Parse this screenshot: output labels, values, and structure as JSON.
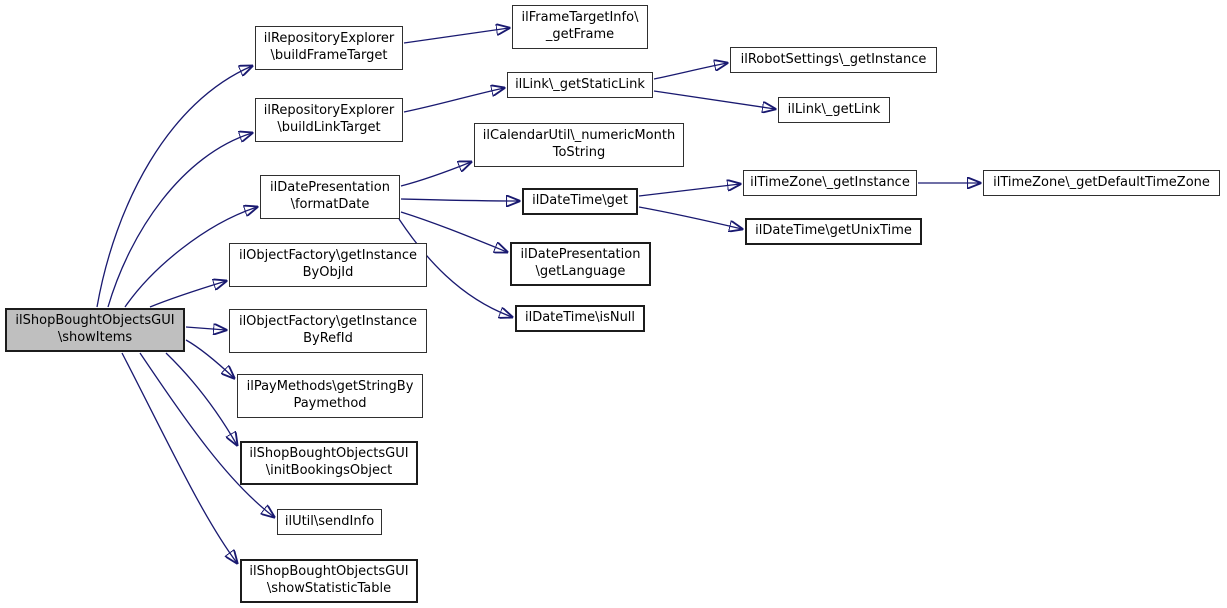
{
  "diagram": {
    "type": "call-graph",
    "direction": "left-to-right",
    "colors": {
      "edge": "#191970",
      "node_border": "#000000",
      "node_fill": "#ffffff",
      "root_fill": "#bfbfbf",
      "background": "#ffffff",
      "text": "#000000"
    },
    "nodes": {
      "showItems": {
        "label": "ilShopBoughtObjectsGUI\n\\showItems",
        "root": true
      },
      "buildFrameTarget": {
        "label": "ilRepositoryExplorer\n\\buildFrameTarget"
      },
      "buildLinkTarget": {
        "label": "ilRepositoryExplorer\n\\buildLinkTarget"
      },
      "formatDate": {
        "label": "ilDatePresentation\n\\formatDate"
      },
      "getInstanceByObjId": {
        "label": "ilObjectFactory\\getInstance\nByObjId"
      },
      "getInstanceByRefId": {
        "label": "ilObjectFactory\\getInstance\nByRefId"
      },
      "getStringByPaymethod": {
        "label": "ilPayMethods\\getStringBy\nPaymethod"
      },
      "initBookingsObject": {
        "label": "ilShopBoughtObjectsGUI\n\\initBookingsObject"
      },
      "sendInfo": {
        "label": "ilUtil\\sendInfo"
      },
      "showStatisticTable": {
        "label": "ilShopBoughtObjectsGUI\n\\showStatisticTable"
      },
      "getFrame": {
        "label": "ilFrameTargetInfo\\\n_getFrame"
      },
      "getStaticLink": {
        "label": "ilLink\\_getStaticLink"
      },
      "numericMonthToString": {
        "label": "ilCalendarUtil\\_numericMonth\nToString"
      },
      "dateTimeGet": {
        "label": "ilDateTime\\get"
      },
      "getLanguage": {
        "label": "ilDatePresentation\n\\getLanguage"
      },
      "isNull": {
        "label": "ilDateTime\\isNull"
      },
      "robotSettingsGetInstance": {
        "label": "ilRobotSettings\\_getInstance"
      },
      "getLink": {
        "label": "ilLink\\_getLink"
      },
      "timeZoneGetInstance": {
        "label": "ilTimeZone\\_getInstance"
      },
      "getUnixTime": {
        "label": "ilDateTime\\getUnixTime"
      },
      "getDefaultTimeZone": {
        "label": "ilTimeZone\\_getDefaultTimeZone"
      }
    },
    "edges": [
      {
        "from": "showItems",
        "to": "buildFrameTarget"
      },
      {
        "from": "showItems",
        "to": "buildLinkTarget"
      },
      {
        "from": "showItems",
        "to": "formatDate"
      },
      {
        "from": "showItems",
        "to": "getInstanceByObjId"
      },
      {
        "from": "showItems",
        "to": "getInstanceByRefId"
      },
      {
        "from": "showItems",
        "to": "getStringByPaymethod"
      },
      {
        "from": "showItems",
        "to": "initBookingsObject"
      },
      {
        "from": "showItems",
        "to": "sendInfo"
      },
      {
        "from": "showItems",
        "to": "showStatisticTable"
      },
      {
        "from": "buildFrameTarget",
        "to": "getFrame"
      },
      {
        "from": "buildLinkTarget",
        "to": "getStaticLink"
      },
      {
        "from": "getStaticLink",
        "to": "robotSettingsGetInstance"
      },
      {
        "from": "getStaticLink",
        "to": "getLink"
      },
      {
        "from": "formatDate",
        "to": "numericMonthToString"
      },
      {
        "from": "formatDate",
        "to": "dateTimeGet"
      },
      {
        "from": "formatDate",
        "to": "getLanguage"
      },
      {
        "from": "formatDate",
        "to": "isNull"
      },
      {
        "from": "dateTimeGet",
        "to": "timeZoneGetInstance"
      },
      {
        "from": "dateTimeGet",
        "to": "getUnixTime"
      },
      {
        "from": "timeZoneGetInstance",
        "to": "getDefaultTimeZone"
      }
    ]
  }
}
